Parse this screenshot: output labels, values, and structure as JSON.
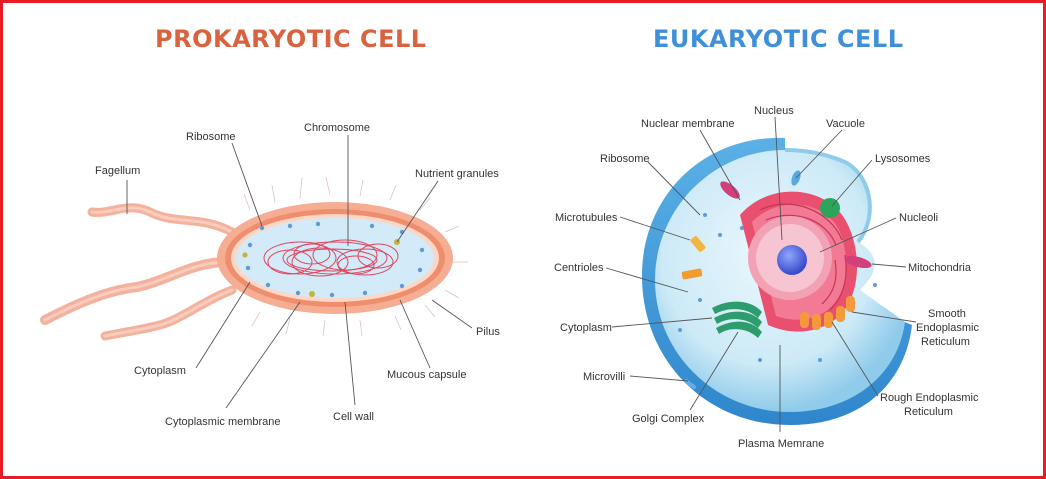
{
  "frame_color": "#e81c24",
  "prokaryotic": {
    "title": "PROKARYOTIC CELL",
    "title_color": "#d9623f",
    "labels": {
      "fagellum": "Fagellum",
      "ribosome": "Ribosome",
      "chromosome": "Chromosome",
      "nutrient_granules": "Nutrient granules",
      "pilus": "Pilus",
      "mucous_capsule": "Mucous capsule",
      "cell_wall": "Cell wall",
      "cytoplasmic_membrane": "Cytoplasmic membrane",
      "cytoplasm": "Cytoplasm"
    }
  },
  "eukaryotic": {
    "title": "EUKARYOTIC CELL",
    "title_color": "#3f8fd9",
    "labels": {
      "nucleus": "Nucleus",
      "nuclear_membrane": "Nuclear membrane",
      "vacuole": "Vacuole",
      "ribosome": "Ribosome",
      "lysosomes": "Lysosomes",
      "microtubules": "Microtubules",
      "nucleoli": "Nucleoli",
      "centrioles": "Centrioles",
      "mitochondria": "Mitochondria",
      "smooth_er_1": "Smooth",
      "smooth_er_2": "Endoplasmic",
      "smooth_er_3": "Reticulum",
      "cytoplasm": "Cytoplasm",
      "microvilli": "Microvilli",
      "rough_er_1": "Rough Endoplasmic",
      "rough_er_2": "Reticulum",
      "golgi_complex": "Golgi Complex",
      "plasma_membrane": "Plasma Memrane"
    }
  }
}
